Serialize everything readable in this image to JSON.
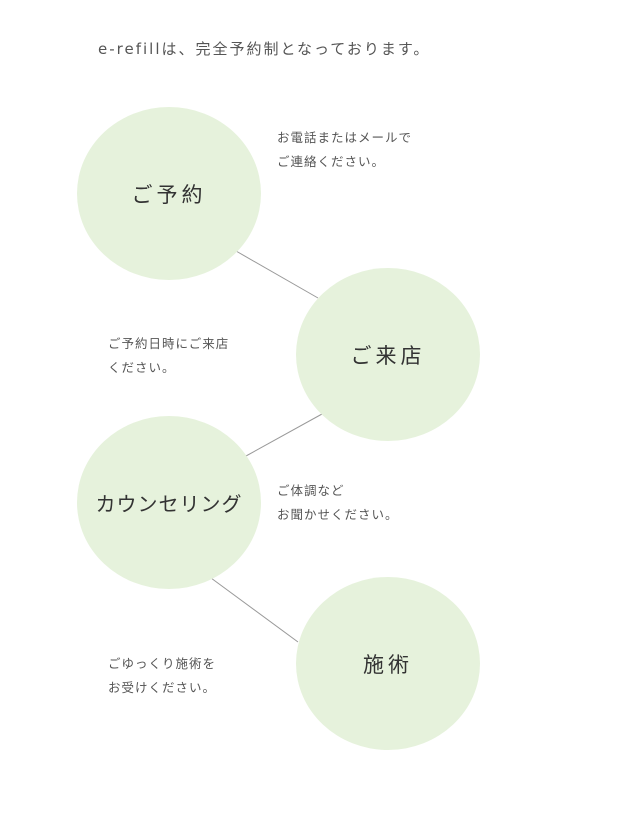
{
  "intro": "e-refillは、完全予約制となっております。",
  "steps": [
    {
      "title": "ご予約",
      "note": [
        "お電話またはメールで",
        "ご連絡ください。"
      ]
    },
    {
      "title": "ご来店",
      "note": [
        "ご予約日時にご来店",
        "ください。"
      ]
    },
    {
      "title": "カウンセリング",
      "note": [
        "ご体調など",
        "お聞かせください。"
      ]
    },
    {
      "title": "施術",
      "note": [
        "ごゆっくり施術を",
        "お受けください。"
      ]
    }
  ],
  "colors": {
    "circle": "#e6f2dc",
    "connector": "#999999",
    "text": "#444444"
  }
}
